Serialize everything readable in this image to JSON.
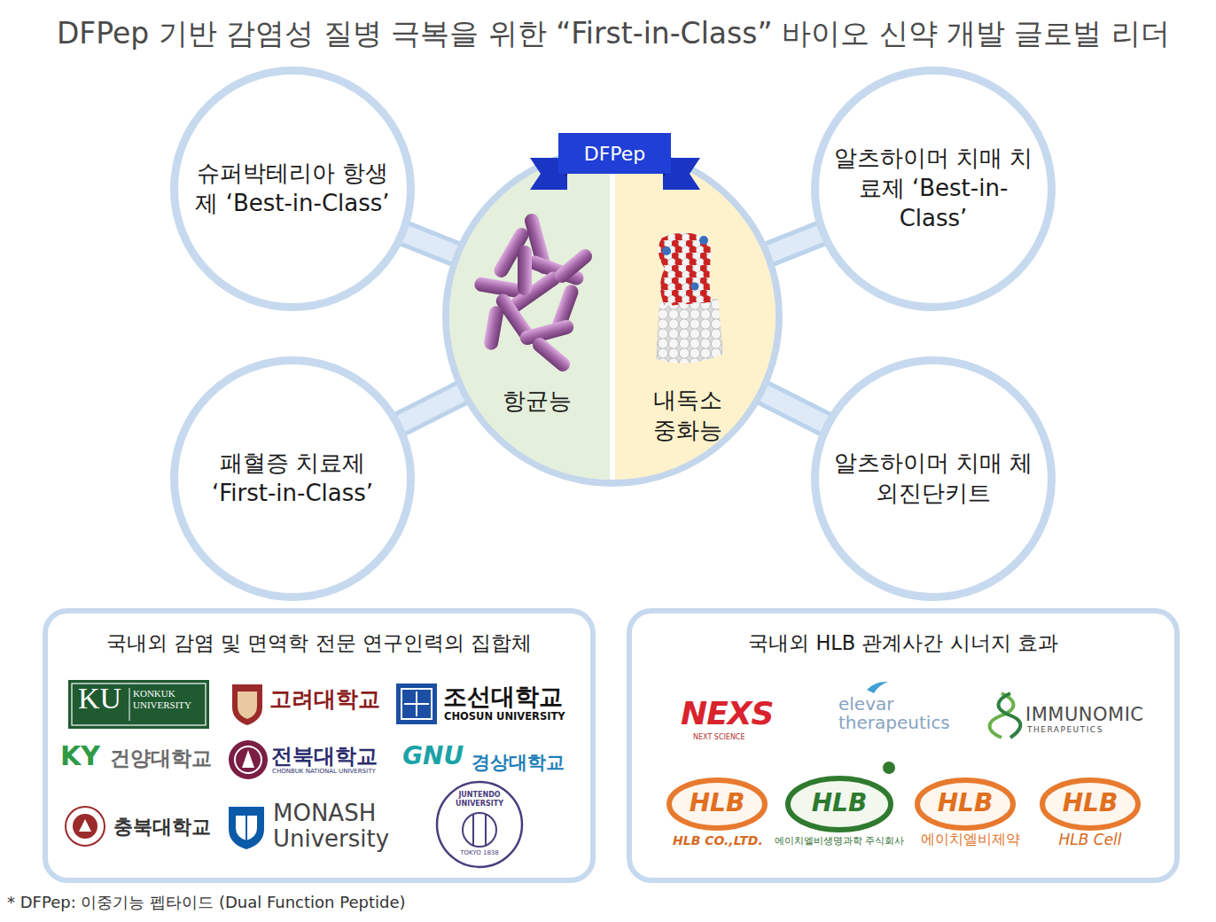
{
  "diagram": {
    "title": "DFPep 기반 감염성 질병 극복을 위한 “First-in-Class” 바이오 신약 개발 글로벌 리더",
    "nodes": [
      {
        "text": [
          "슈퍼박테리아 항생제 ‘Best-in-Class’"
        ]
      },
      {
        "text": [
          "알츠하이머 치매 치료제 ‘Best-in-Class’"
        ]
      },
      {
        "text": [
          "DFPep"
        ]
      },
      {
        "text": [
          "항균능"
        ],
        "in": 2
      },
      {
        "text": [
          "내독소 중화능"
        ],
        "in": 2
      },
      {
        "text": [
          "패혈증 치료제 ‘First-in-Class’"
        ]
      },
      {
        "text": [
          "알츠하이머 치매 체외진단키트"
        ]
      },
      {
        "text": [
          "국내외 감염 및 면역학 전문 연구인력의 집합체"
        ]
      },
      {
        "text": [
          "국내외 HLB 관계사간 시너지 효과"
        ]
      }
    ],
    "edges": [
      {
        "from": 2,
        "to": 0,
        "arrow": "none"
      },
      {
        "from": 2,
        "to": 1,
        "arrow": "none"
      },
      {
        "from": 2,
        "to": 5,
        "arrow": "none"
      },
      {
        "from": 2,
        "to": 6,
        "arrow": "none"
      }
    ],
    "labels": [
      "KU",
      "KONKUK UNIVERSITY",
      "고려대학교",
      "조선대학교",
      "CHOSUN UNIVERSITY",
      "KY",
      "건양대학교",
      "전북대학교",
      "CHONBUK NATIONAL UNIVERSITY",
      "GNU",
      "경상대학교",
      "충북대학교",
      "MONASH University",
      "JUNTENDO UNIVERSITY",
      "TOKYO 1838",
      "NEXS",
      "NEXT SCIENCE",
      "elevar therapeutics",
      "IMMUNOMIC",
      "THERAPEUTICS",
      "HLB",
      "HLB",
      "HLB",
      "HLB",
      "HLB CO.,LTD.",
      "에이치엘비생명과학 주식회사",
      "에이치엘비제약",
      "HLB Cell",
      "* DFPep: 이중기능 펩타이드 (Dual Function Peptide)"
    ]
  }
}
